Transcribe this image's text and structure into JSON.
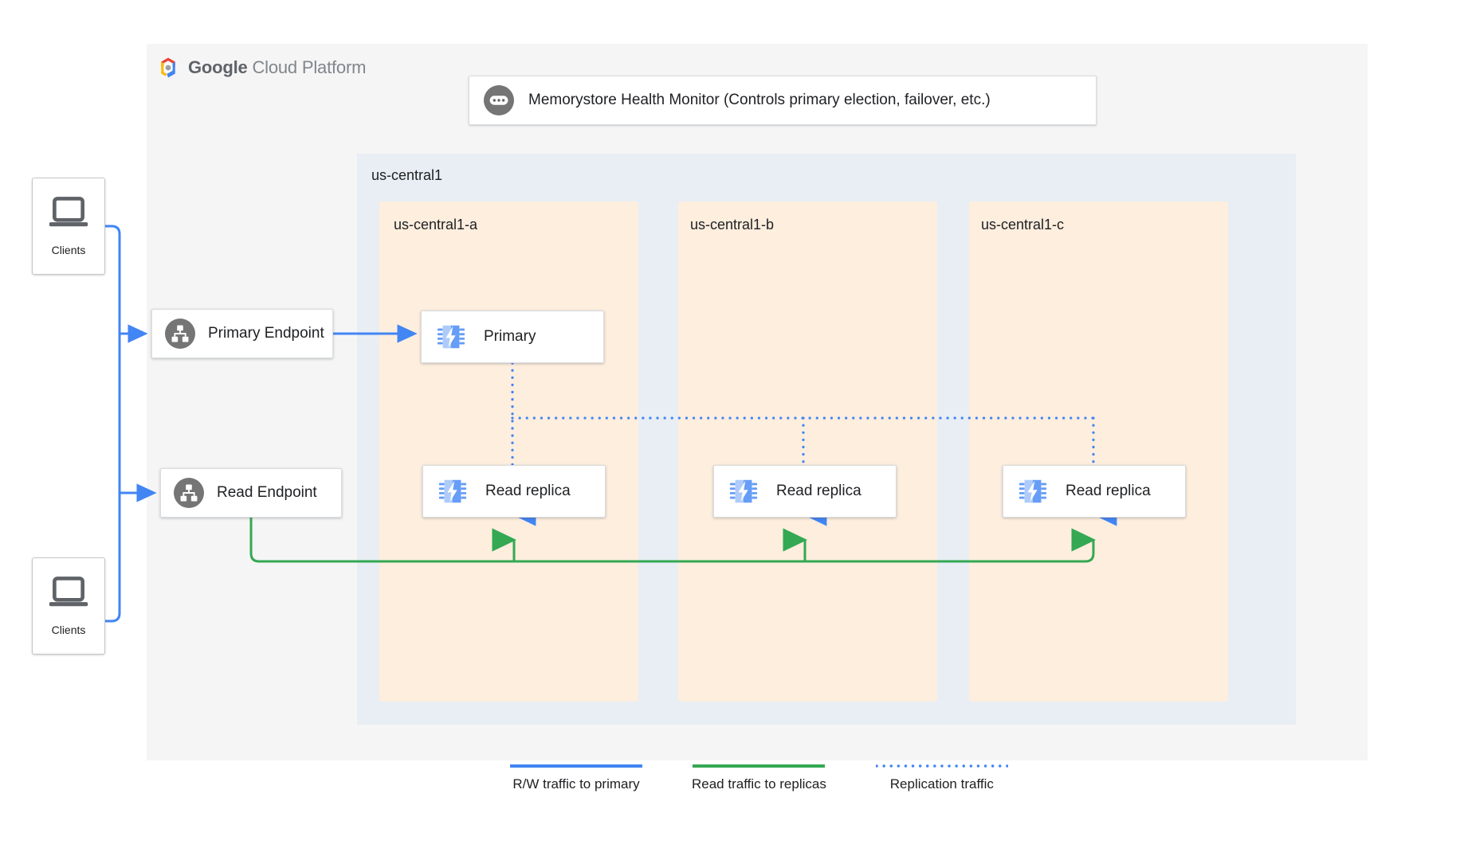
{
  "brand": {
    "logo_icon": "google-cloud-hexagon-icon",
    "name_bold": "Google",
    "name_light": " Cloud Platform"
  },
  "health_monitor": {
    "icon": "health-monitor-icon",
    "label": "Memorystore Health Monitor (Controls primary election, failover, etc.)"
  },
  "region": {
    "label": "us-central1",
    "zones": [
      {
        "label": "us-central1-a"
      },
      {
        "label": "us-central1-b"
      },
      {
        "label": "us-central1-c"
      }
    ]
  },
  "endpoints": [
    {
      "label": "Primary Endpoint",
      "icon": "endpoint-hierarchy-icon"
    },
    {
      "label": "Read Endpoint",
      "icon": "endpoint-hierarchy-icon"
    }
  ],
  "nodes": {
    "primary": {
      "label": "Primary",
      "icon": "memorystore-chip-icon"
    },
    "replica_a": {
      "label": "Read replica",
      "icon": "memorystore-chip-icon"
    },
    "replica_b": {
      "label": "Read replica",
      "icon": "memorystore-chip-icon"
    },
    "replica_c": {
      "label": "Read replica",
      "icon": "memorystore-chip-icon"
    }
  },
  "clients": [
    {
      "label": "Clients",
      "icon": "laptop-icon"
    },
    {
      "label": "Clients",
      "icon": "laptop-icon"
    }
  ],
  "legend": [
    {
      "label": "R/W traffic to primary",
      "color": "#4285f4",
      "style": "solid"
    },
    {
      "label": "Read traffic to replicas",
      "color": "#34a853",
      "style": "solid"
    },
    {
      "label": "Replication traffic",
      "color": "#4285f4",
      "style": "dotted"
    }
  ],
  "colors": {
    "blue": "#4285f4",
    "green": "#34a853",
    "canvas": "#f5f5f5",
    "region": "#e8eef3",
    "zone": "#fdeede",
    "icon_gray": "#757575"
  }
}
